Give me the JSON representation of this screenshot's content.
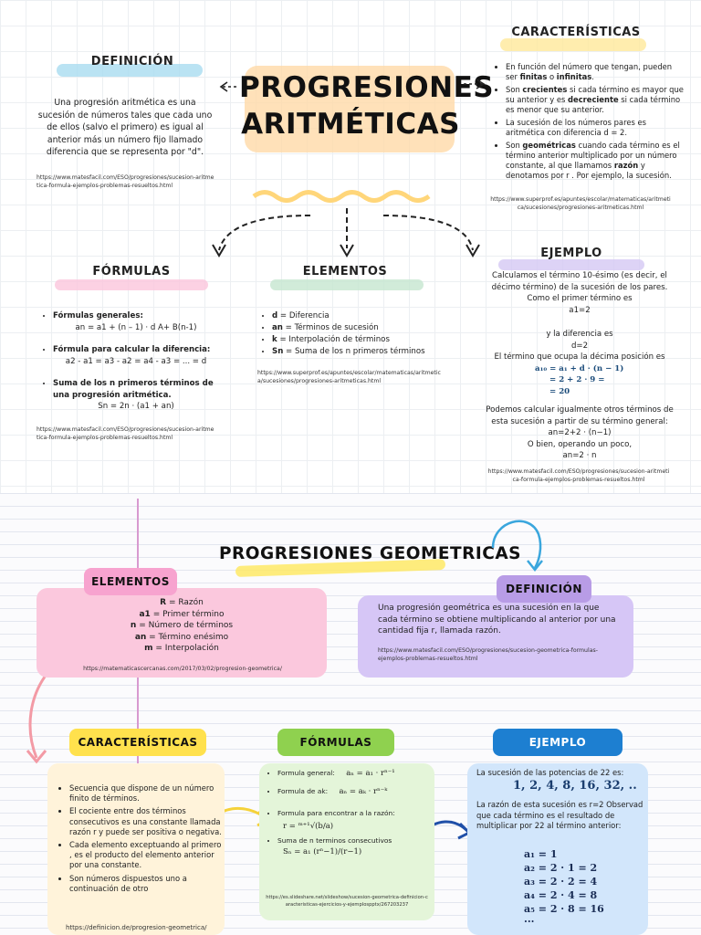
{
  "top": {
    "title_line1": "PROGRESIONES",
    "title_line2": "ARITMÉTICAS",
    "definicion": {
      "heading": "DEFINICIÓN",
      "text": "Una progresión aritmética es una sucesión de números tales que cada uno de ellos (salvo el primero) es igual al anterior más un número fijo llamado diferencia que se representa por \"d\".",
      "url": "https://www.matesfacil.com/ESO/progresiones/sucesion-aritmetica-formula-ejemplos-problemas-resueltos.html"
    },
    "caracteristicas": {
      "heading": "CARACTERÍSTICAS",
      "items": [
        "En función del número que tengan, pueden ser finitas o infinitas.",
        "Son crecientes si cada término es mayor que su anterior y es decreciente si cada término es menor que su anterior.",
        "La sucesión de los números pares es aritmética con diferencia d = 2.",
        "Son geométricas cuando cada término es el término anterior multiplicado por un número constante, al que llamamos razón y denotamos por r . Por ejemplo, la sucesión."
      ],
      "url": "https://www.superprof.es/apuntes/escolar/matematicas/aritmetica/sucesiones/progresiones-aritmeticas.html"
    },
    "formulas": {
      "heading": "FÓRMULAS",
      "item1_label": "Fórmulas generales:",
      "item1_formula": "an = a1 + (n – 1) · d A+ B(n-1)",
      "item2_label": "Fórmula para calcular la diferencia:",
      "item2_formula": "a2 - a1 = a3 - a2 = a4 - a3 = ... = d",
      "item3_label": "Suma de los n primeros términos de una progresión aritmética.",
      "item3_formula": "Sn = 2n · (a1 + an)",
      "url": "https://www.matesfacil.com/ESO/progresiones/sucesion-aritmetica-formula-ejemplos-problemas-resueltos.html"
    },
    "elementos": {
      "heading": "ELEMENTOS",
      "items": [
        {
          "key": "d",
          "text": " = Diferencia"
        },
        {
          "key": "an",
          "text": " = Términos de sucesión"
        },
        {
          "key": "k",
          "text": " = Interpolación de términos"
        },
        {
          "key": "Sn",
          "text": " = Suma de los n primeros términos"
        }
      ],
      "url": "https://www.superprof.es/apuntes/escolar/matematicas/aritmetica/sucesiones/progresiones-aritmeticas.html"
    },
    "ejemplo": {
      "heading": "EJEMPLO",
      "p1": "Calculamos el término 10-ésimo (es decir, el décimo término) de la sucesión de los pares. Como el primer término es",
      "a1": "a1=2",
      "p2": "y la diferencia es",
      "d": "d=2",
      "p3": "El término que ocupa la décima posición es",
      "eq1": "a₁₀ = a₁ + d · (n − 1)",
      "eq2": "= 2 + 2 · 9 =",
      "eq3": "= 20",
      "p4": "Podemos calcular igualmente otros términos de esta sucesión a partir de su término general:",
      "general": "an=2+2 · (n−1)",
      "p5": "O bien, operando un poco,",
      "simplified": "an=2 · n",
      "url": "https://www.matesfacil.com/ESO/progresiones/sucesion-aritmetica-formula-ejemplos-problemas-resueltos.html"
    }
  },
  "bottom": {
    "title": "PROGRESIONES GEOMETRICAS",
    "elementos": {
      "heading": "ELEMENTOS",
      "items": [
        {
          "key": "R",
          "text": " = Razón"
        },
        {
          "key": "a1",
          "text": " = Primer término"
        },
        {
          "key": "n",
          "text": " = Número de términos"
        },
        {
          "key": "an",
          "text": " = Término enésimo"
        },
        {
          "key": "m",
          "text": " = Interpolación"
        }
      ],
      "url": "https://matematicascercanas.com/2017/03/02/progresion-geometrica/"
    },
    "definicion": {
      "heading": "DEFINICIÓN",
      "text": "Una progresión geométrica es una sucesión en la que cada término se obtiene multiplicando al anterior por una cantidad fija r, llamada razón.",
      "url": "https://www.matesfacil.com/ESO/progresiones/sucesion-geometrica-formulas-ejemplos-problemas-resueltos.html"
    },
    "caracteristicas": {
      "heading": "CARACTERÍSTICAS",
      "items": [
        "Secuencia que dispone de un número finito de términos.",
        "El cociente entre dos términos consecutivos es una constante llamada razón r y puede ser positiva o negativa.",
        "Cada elemento exceptuando al primero , es el producto del elemento anterior por una constante.",
        "Son números dispuestos uno a continuación de otro"
      ],
      "url": "https://definicion.de/progresion-geometrica/"
    },
    "formulas": {
      "heading": "FÓRMULAS",
      "items": [
        {
          "label": "Formula general:",
          "formula": "aₙ = a₁ · rⁿ⁻¹"
        },
        {
          "label": "Formula de ak:",
          "formula": "aₙ = aₖ · rⁿ⁻ᵏ"
        },
        {
          "label": "Formula para encontrar a la razón:",
          "formula": "r = ᵐ⁺¹√(b/a)"
        },
        {
          "label": "Suma de n terminos consecutivos",
          "formula": "Sₙ = a₁ (rⁿ−1)/(r−1)"
        }
      ],
      "url": "https://es.slideshare.net/slideshow/sucesion-geometrica-definicion-caracteristicas-ejercicios-y-ejemplospptx/267203237"
    },
    "ejemplo": {
      "heading": "EJEMPLO",
      "p1": "La sucesión de las potencias de 22 es:",
      "sequence": "1, 2, 4, 8, 16, 32, ..",
      "p2": "La razón de esta sucesión es r=2 Observad que cada término es el resultado de multiplicar por 22 al término anterior:",
      "terms": [
        "a₁ = 1",
        "a₂ = 2 · 1 = 2",
        "a₃ = 2 · 2 = 4",
        "a₄ = 2 · 4 = 8",
        "a₅ = 2 · 8 = 16",
        "..."
      ]
    }
  },
  "colors": {
    "peach": "#ffd9a8",
    "pink": "#fbbfd9",
    "lavender": "#c9b9f0",
    "green": "#8fd14f",
    "blue": "#1d7fd1",
    "yellow": "#ffe85c"
  }
}
